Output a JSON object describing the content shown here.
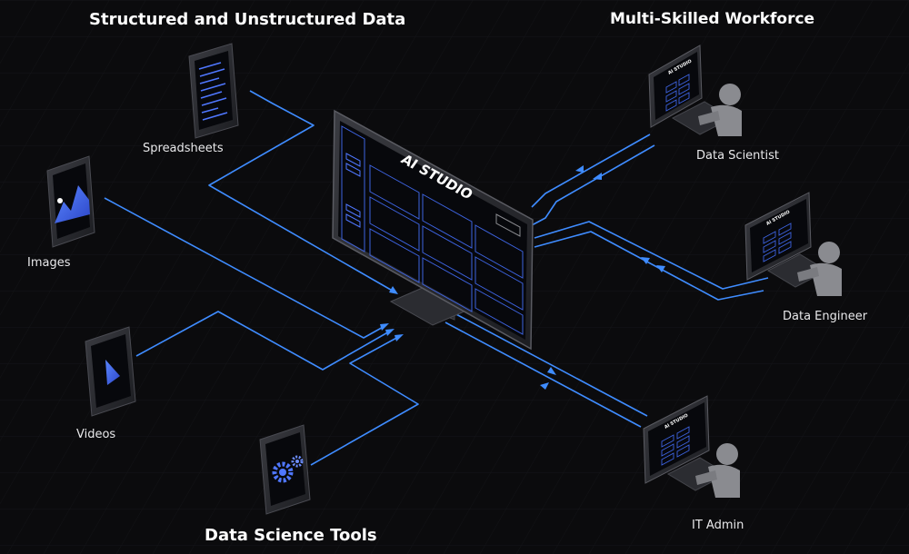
{
  "headings": {
    "sources": "Structured and Unstructured Data",
    "workforce": "Multi-Skilled Workforce",
    "tools": "Data Science Tools"
  },
  "center": {
    "screen_title": "AI STUDIO"
  },
  "sources": [
    {
      "label": "Spreadsheets",
      "icon": "spreadsheet-icon"
    },
    {
      "label": "Images",
      "icon": "image-icon"
    },
    {
      "label": "Videos",
      "icon": "video-play-icon"
    },
    {
      "label": "",
      "icon": "gears-icon"
    }
  ],
  "roles": [
    {
      "label": "Data Scientist",
      "monitor_title": "AI STUDIO"
    },
    {
      "label": "Data Engineer",
      "monitor_title": "AI STUDIO"
    },
    {
      "label": "IT Admin",
      "monitor_title": "AI STUDIO"
    }
  ],
  "colors": {
    "background": "#0b0b0d",
    "connector": "#3f8cff",
    "device_body": "#2a2b30",
    "screen": "#07080c",
    "accent": "#3d63e0",
    "person": "#8a8b90"
  }
}
